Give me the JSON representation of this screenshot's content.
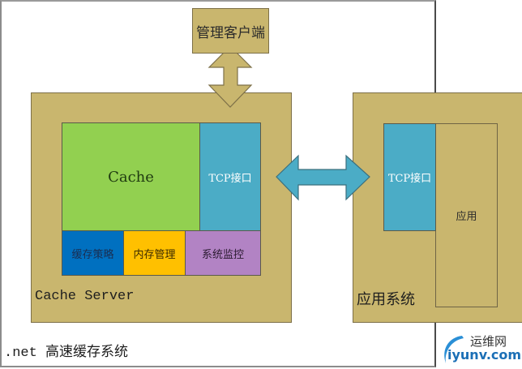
{
  "diagram": {
    "caption": ".net 高速缓存系统",
    "management_client": {
      "label": "管理客户端"
    },
    "cache_server": {
      "label": "Cache Server",
      "modules": {
        "cache": "Cache",
        "tcp_interface": "TCP接口",
        "cache_policy": "缓存策略",
        "memory_management": "内存管理",
        "system_monitor": "系统监控"
      }
    },
    "application_system": {
      "label": "应用系统",
      "tcp_interface": "TCP接口",
      "application": "应用"
    },
    "connections": [
      {
        "from": "管理客户端",
        "to": "Cache Server",
        "type": "bidirectional"
      },
      {
        "from": "Cache Server",
        "to": "应用系统",
        "type": "bidirectional"
      }
    ],
    "colors": {
      "container": "#C9B66E",
      "cache": "#92D050",
      "tcp": "#4BACC6",
      "cache_policy": "#0070C0",
      "memory_management": "#FFC000",
      "system_monitor": "#B283C4"
    }
  },
  "watermark": {
    "cn": "运维网",
    "en": "iyunv.com"
  }
}
